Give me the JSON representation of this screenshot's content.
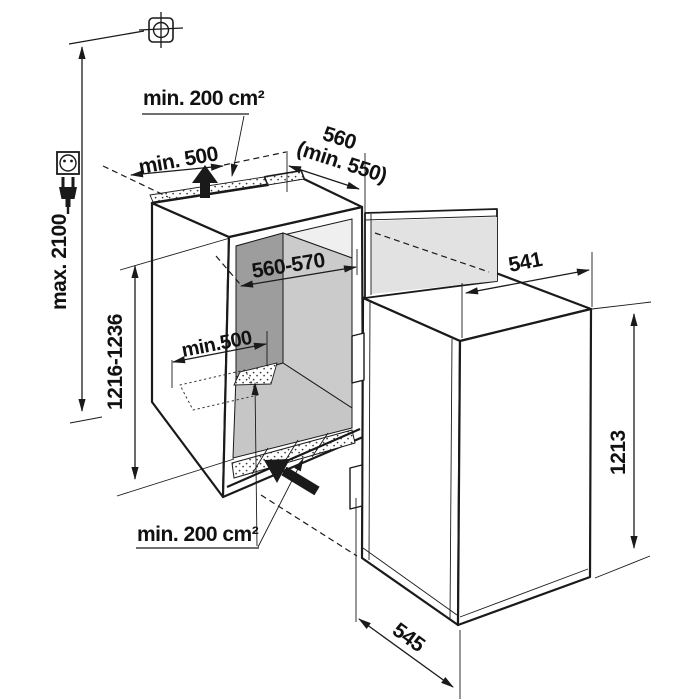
{
  "diagram": {
    "type": "appliance-installation-dimension-drawing",
    "labels": {
      "socket_height": "max. 2100",
      "top_vent_area": "min. 200 cm²",
      "top_clearance": "min. 500",
      "niche_depth": "560",
      "niche_depth_min": "(min. 550)",
      "niche_width": "560-570",
      "inner_clearance": "min.500",
      "niche_height": "1216-1236",
      "bottom_vent_area": "min. 200 cm²",
      "appliance_width": "541",
      "appliance_height": "1213",
      "appliance_depth": "545"
    },
    "icons": {
      "socket_position": "socket-position-crosshair-icon",
      "socket": "wall-socket-icon",
      "plug": "power-plug-icon",
      "airflow_top": "airflow-up-arrow",
      "airflow_bottom": "airflow-in-arrow"
    },
    "colors": {
      "line": "#1a1a1a",
      "inner_side_wall": "#9d9d9d",
      "back_wall": "#cbcbcb",
      "ceiling": "#efefef",
      "floor": "#c6c6c6",
      "door_panel": "#e2e2e2",
      "background": "#ffffff"
    }
  }
}
